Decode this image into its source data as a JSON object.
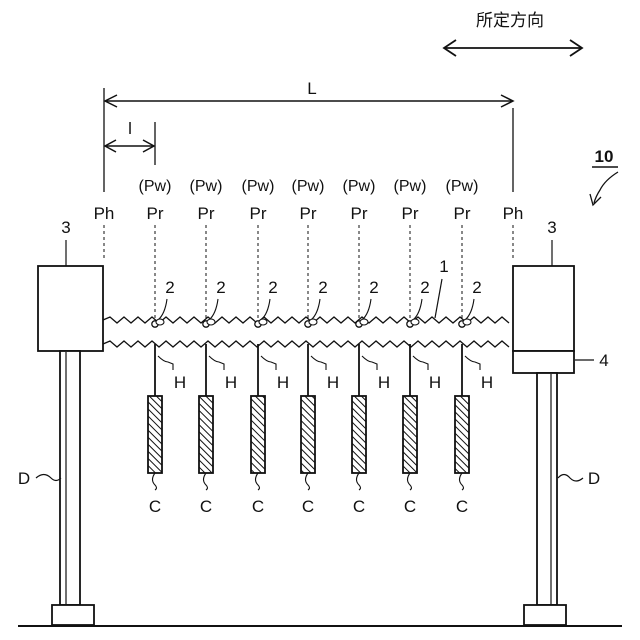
{
  "header": {
    "direction_label": "所定方向"
  },
  "assembly_ref": "10",
  "dimensions": {
    "total_span": "L",
    "pitch": "l"
  },
  "point_labels": {
    "end": "Ph",
    "middle": "Pr",
    "wave_point": "(Pw)"
  },
  "parts": {
    "yarn": "1",
    "holder_point": "2",
    "support_box": "3",
    "extra_block": "4",
    "hanger": "H",
    "coil": "C",
    "stand": "D"
  }
}
